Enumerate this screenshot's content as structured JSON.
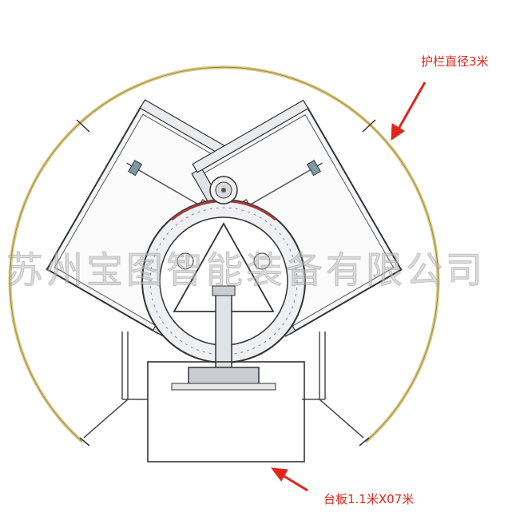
{
  "annotations": {
    "guardrail_label": "护栏直径3米",
    "platform_label": "台板1.1米X07米"
  },
  "watermark": {
    "text": "苏州宝图智能装备有限公司"
  },
  "colors": {
    "guardrail": "#d8c77a",
    "arrow": "#e0261b",
    "line": "#4a4a4a",
    "panel": "#f4f5f7"
  }
}
